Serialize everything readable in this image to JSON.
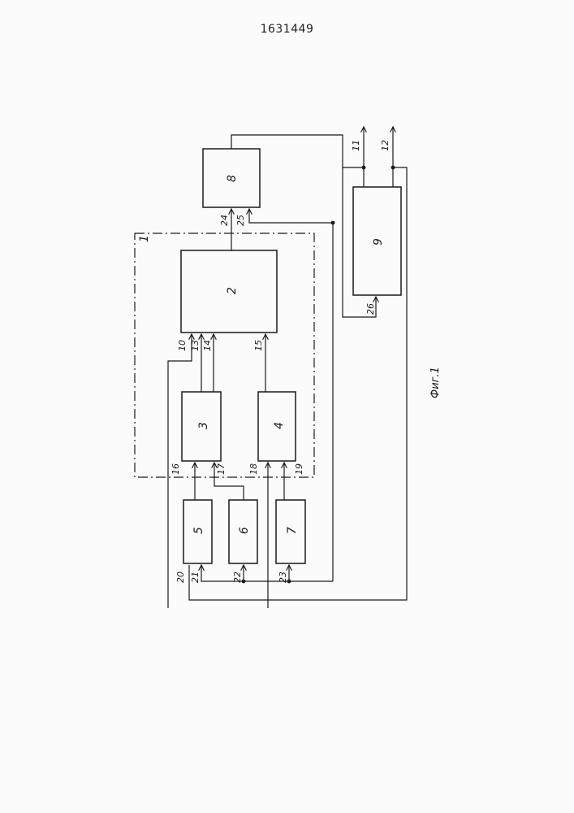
{
  "document": {
    "patent_number": "1631449",
    "figure_caption": "Фиг.1"
  },
  "blocks": {
    "b1": "1",
    "b2": "2",
    "b3": "3",
    "b4": "4",
    "b5": "5",
    "b6": "6",
    "b7": "7",
    "b8": "8",
    "b9": "9"
  },
  "lines": {
    "l10": "10",
    "l11": "11",
    "l12": "12",
    "l13": "13",
    "l14": "14",
    "l15": "15",
    "l16": "16",
    "l17": "17",
    "l18": "18",
    "l19": "19",
    "l20": "20",
    "l21": "21",
    "l22": "22",
    "l23": "23",
    "l24": "24",
    "l25": "25",
    "l26": "26"
  }
}
